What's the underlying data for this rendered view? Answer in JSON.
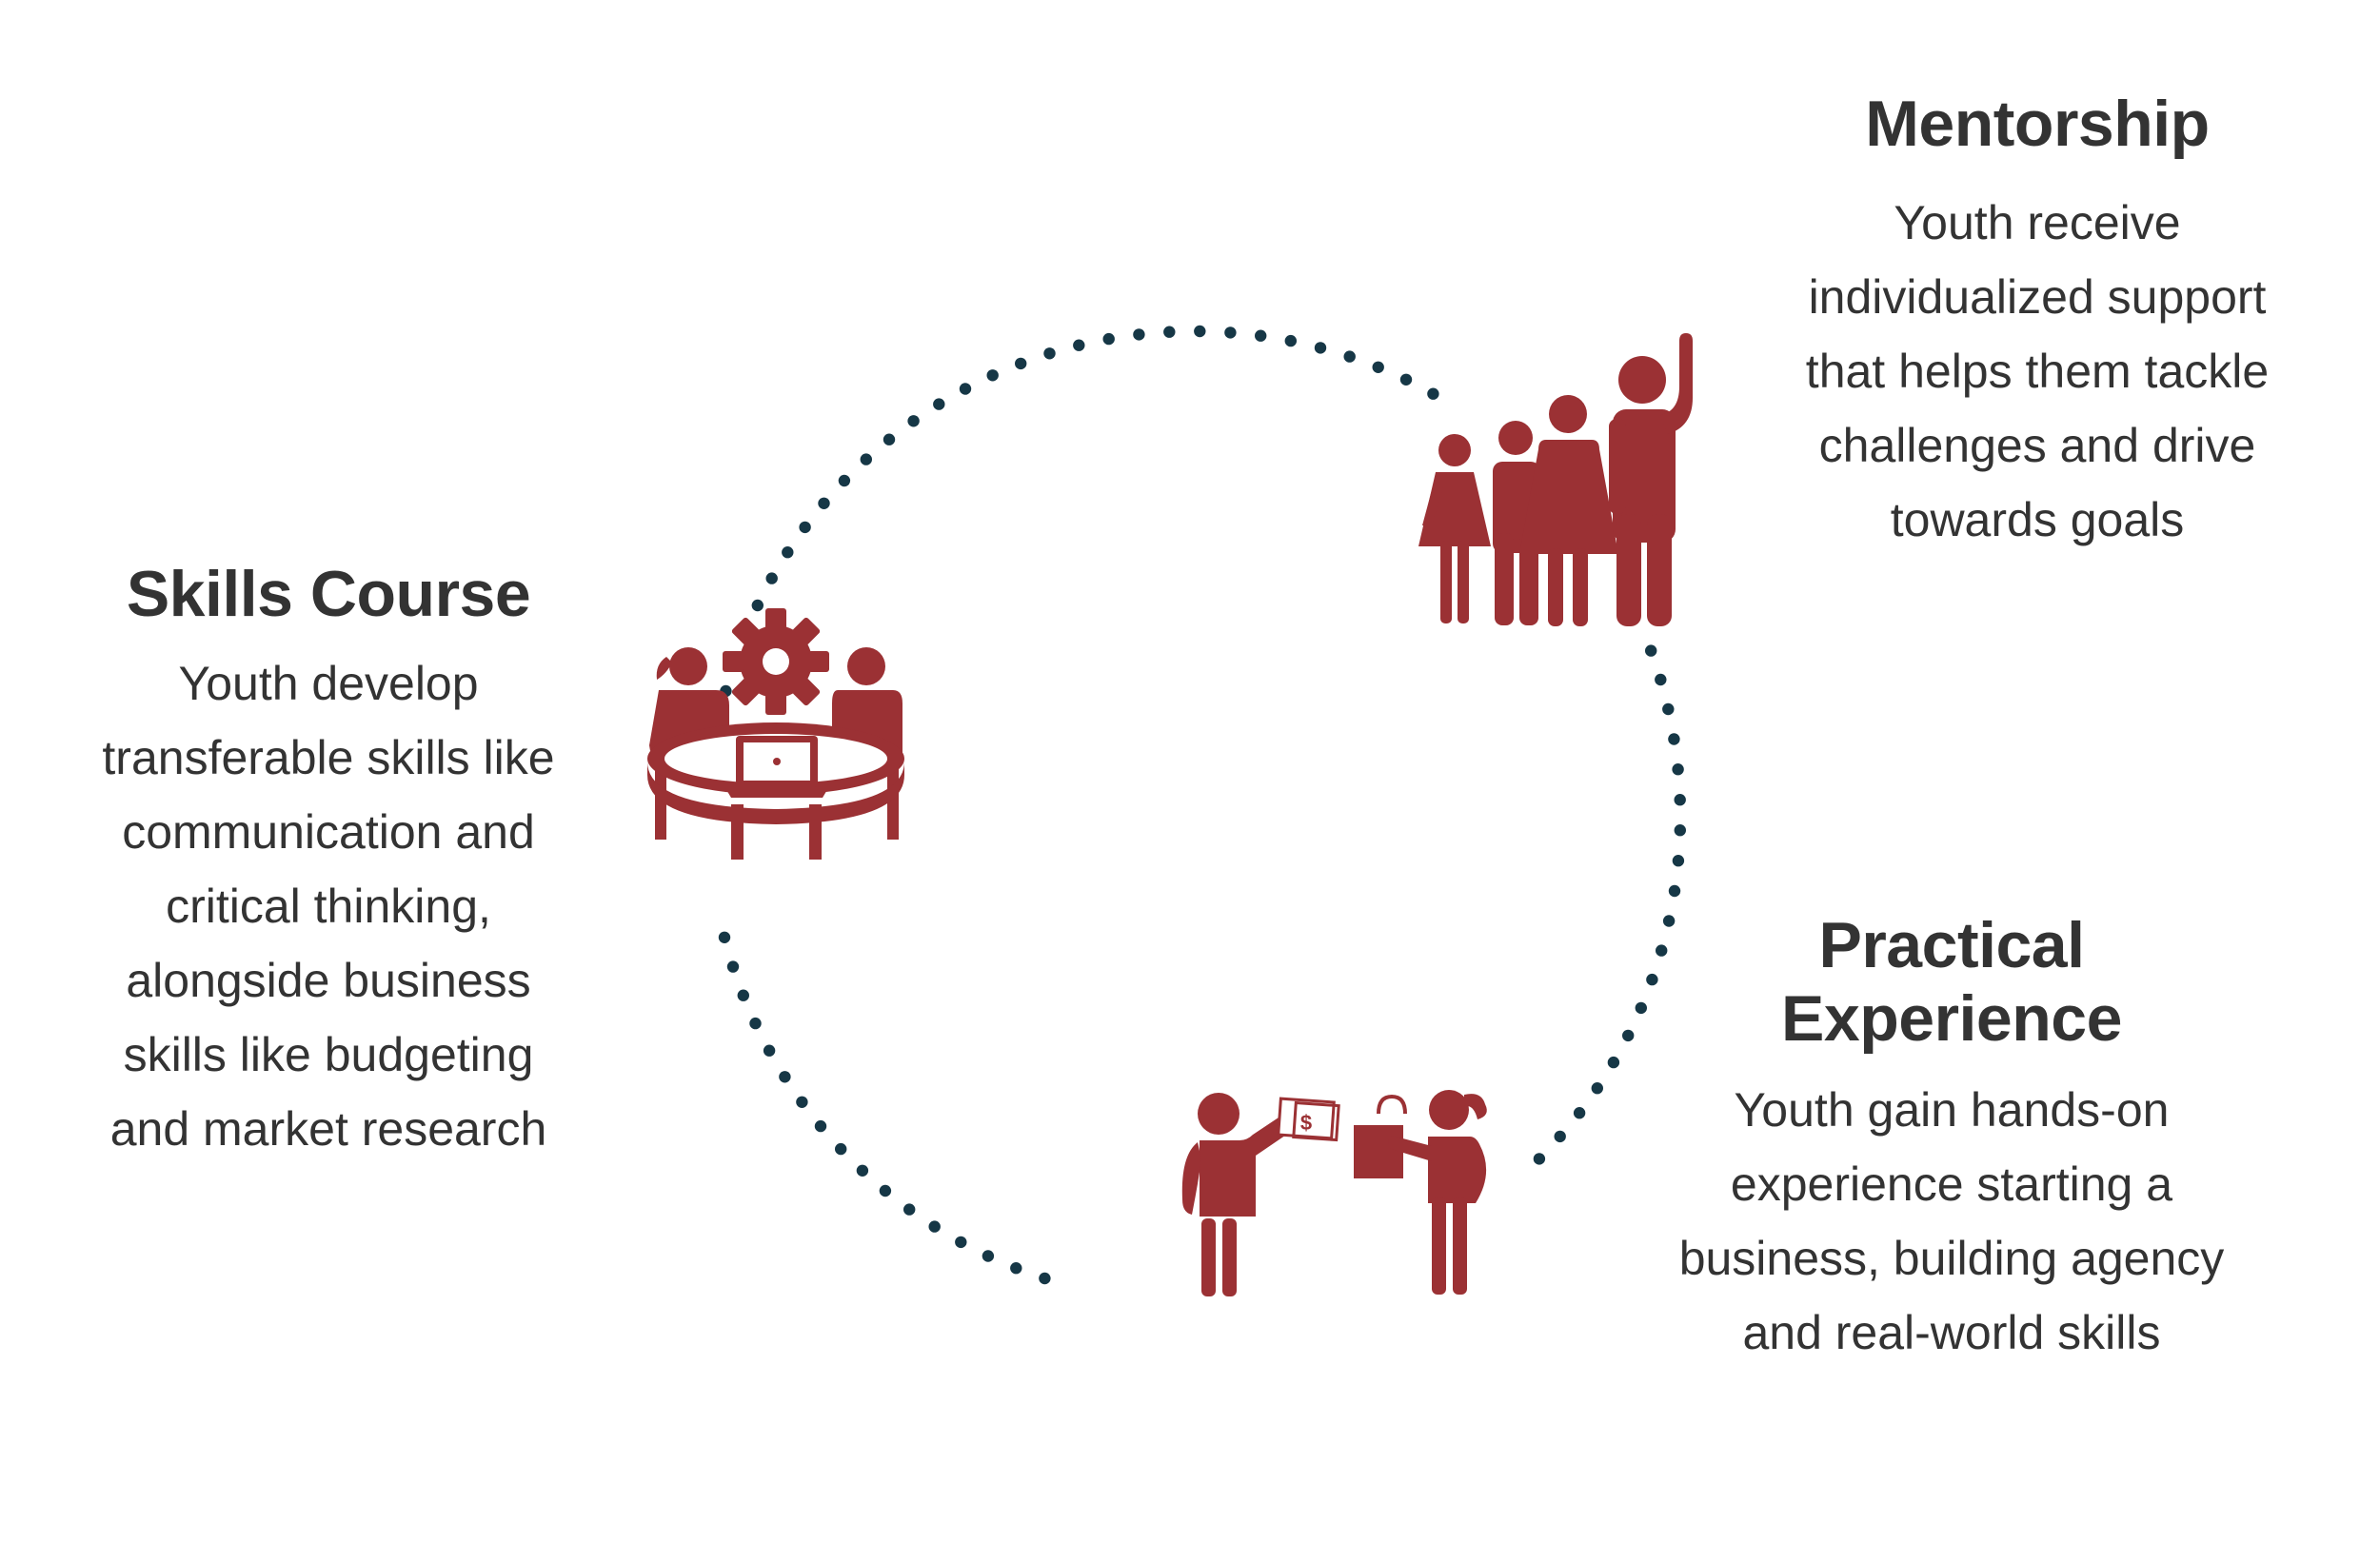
{
  "colors": {
    "icon": "#9b3134",
    "dots": "#163746",
    "heading": "#333333",
    "text": "#333333",
    "background": "#ffffff"
  },
  "cycle": {
    "skills_course": {
      "icon": "meeting-table-gear-icon",
      "title": "Skills Course",
      "description": [
        "Youth develop",
        "transferable skills like",
        "communication and",
        "critical thinking,",
        "alongside business",
        "skills like budgeting",
        "and market research"
      ]
    },
    "mentorship": {
      "icon": "group-raised-hand-icon",
      "title": "Mentorship",
      "description": [
        "Youth receive",
        "individualized support",
        "that helps them tackle",
        "challenges and drive",
        "towards goals"
      ]
    },
    "practical_experience": {
      "icon": "exchange-money-bag-icon",
      "title_lines": [
        "Practical",
        "Experience"
      ],
      "description": [
        "Youth gain hands-on",
        "experience starting a",
        "business, building agency",
        "and real-world skills"
      ],
      "money_symbol": "$"
    }
  }
}
